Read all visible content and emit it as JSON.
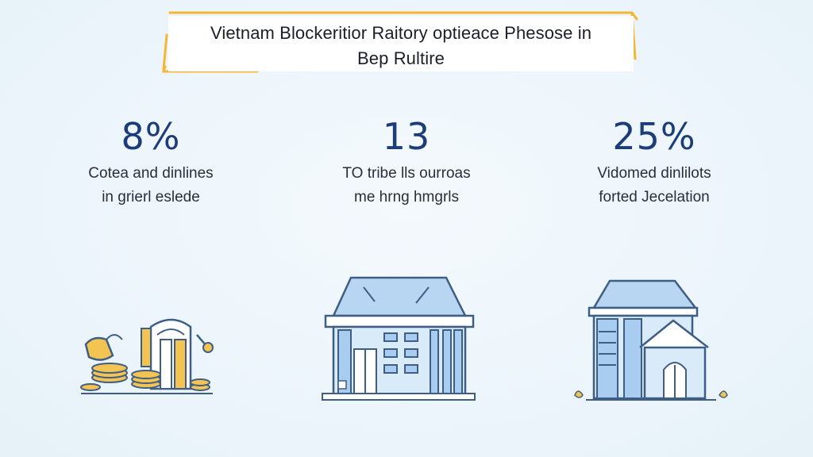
{
  "title": {
    "line1": "Vietnam Blockeritior Raitory optieace Phesose in",
    "line2": "Bep Rultire"
  },
  "stats": [
    {
      "value": "8%",
      "caption_line1": "Cotea and dinlines",
      "caption_line2": "in grierl eslede",
      "illustration": "coins-and-bank-icon"
    },
    {
      "value": "13",
      "caption_line1": "TO tribe lls ourroas",
      "caption_line2": "me hrng hmgrls",
      "illustration": "office-building-icon"
    },
    {
      "value": "25%",
      "caption_line1": "Vidomed dinlilots",
      "caption_line2": "forted Jecelation",
      "illustration": "house-icon"
    }
  ],
  "colors": {
    "accent_orange": "#f5b731",
    "stat_blue": "#1c3c7a",
    "illustration_blue": "#a9cdf0",
    "illustration_outline": "#3f5e86",
    "coin_yellow": "#f3c452"
  }
}
